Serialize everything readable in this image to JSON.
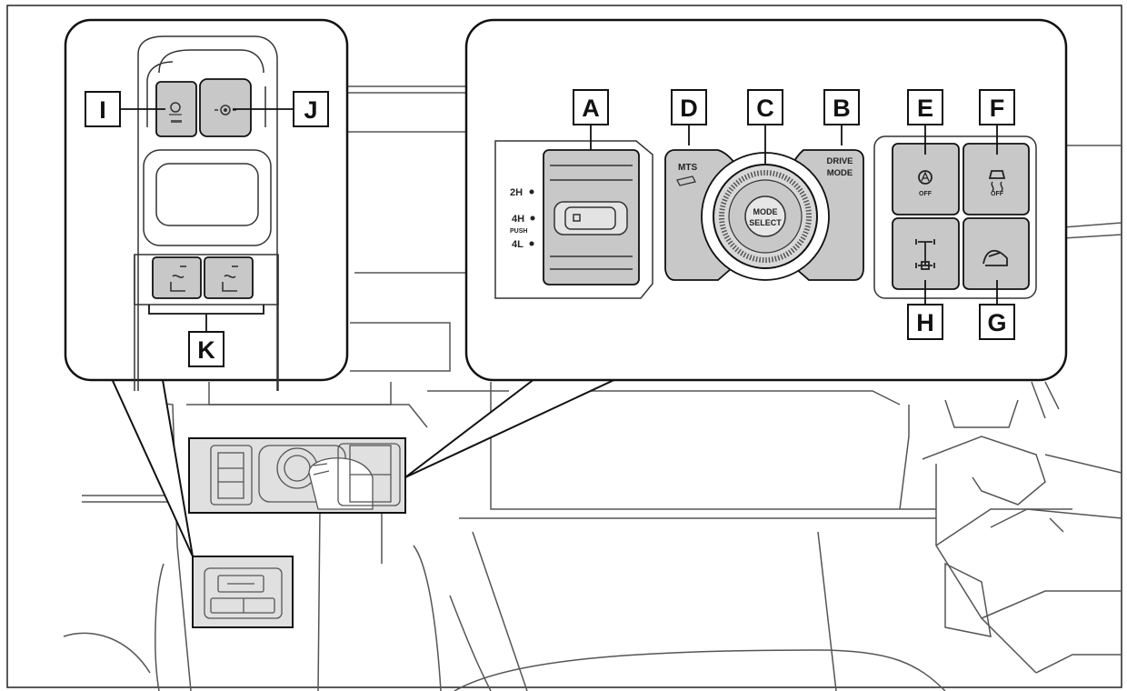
{
  "callouts": {
    "a": "A",
    "b": "B",
    "c": "C",
    "d": "D",
    "e": "E",
    "f": "F",
    "g": "G",
    "h": "H",
    "i": "I",
    "j": "J",
    "k": "K"
  },
  "transfer_switch": {
    "pos_2h": "2H",
    "pos_4h": "4H",
    "push": "PUSH",
    "pos_4l": "4L"
  },
  "mts_label": "MTS",
  "drive_mode": {
    "line1": "DRIVE",
    "line2": "MODE"
  },
  "dial": {
    "line1": "MODE",
    "line2": "SELECT"
  },
  "off_label": "OFF",
  "colors": {
    "line": "#1a1a1a",
    "switch_fill": "#c8c8c8",
    "highlight": "#e0e0e0"
  }
}
